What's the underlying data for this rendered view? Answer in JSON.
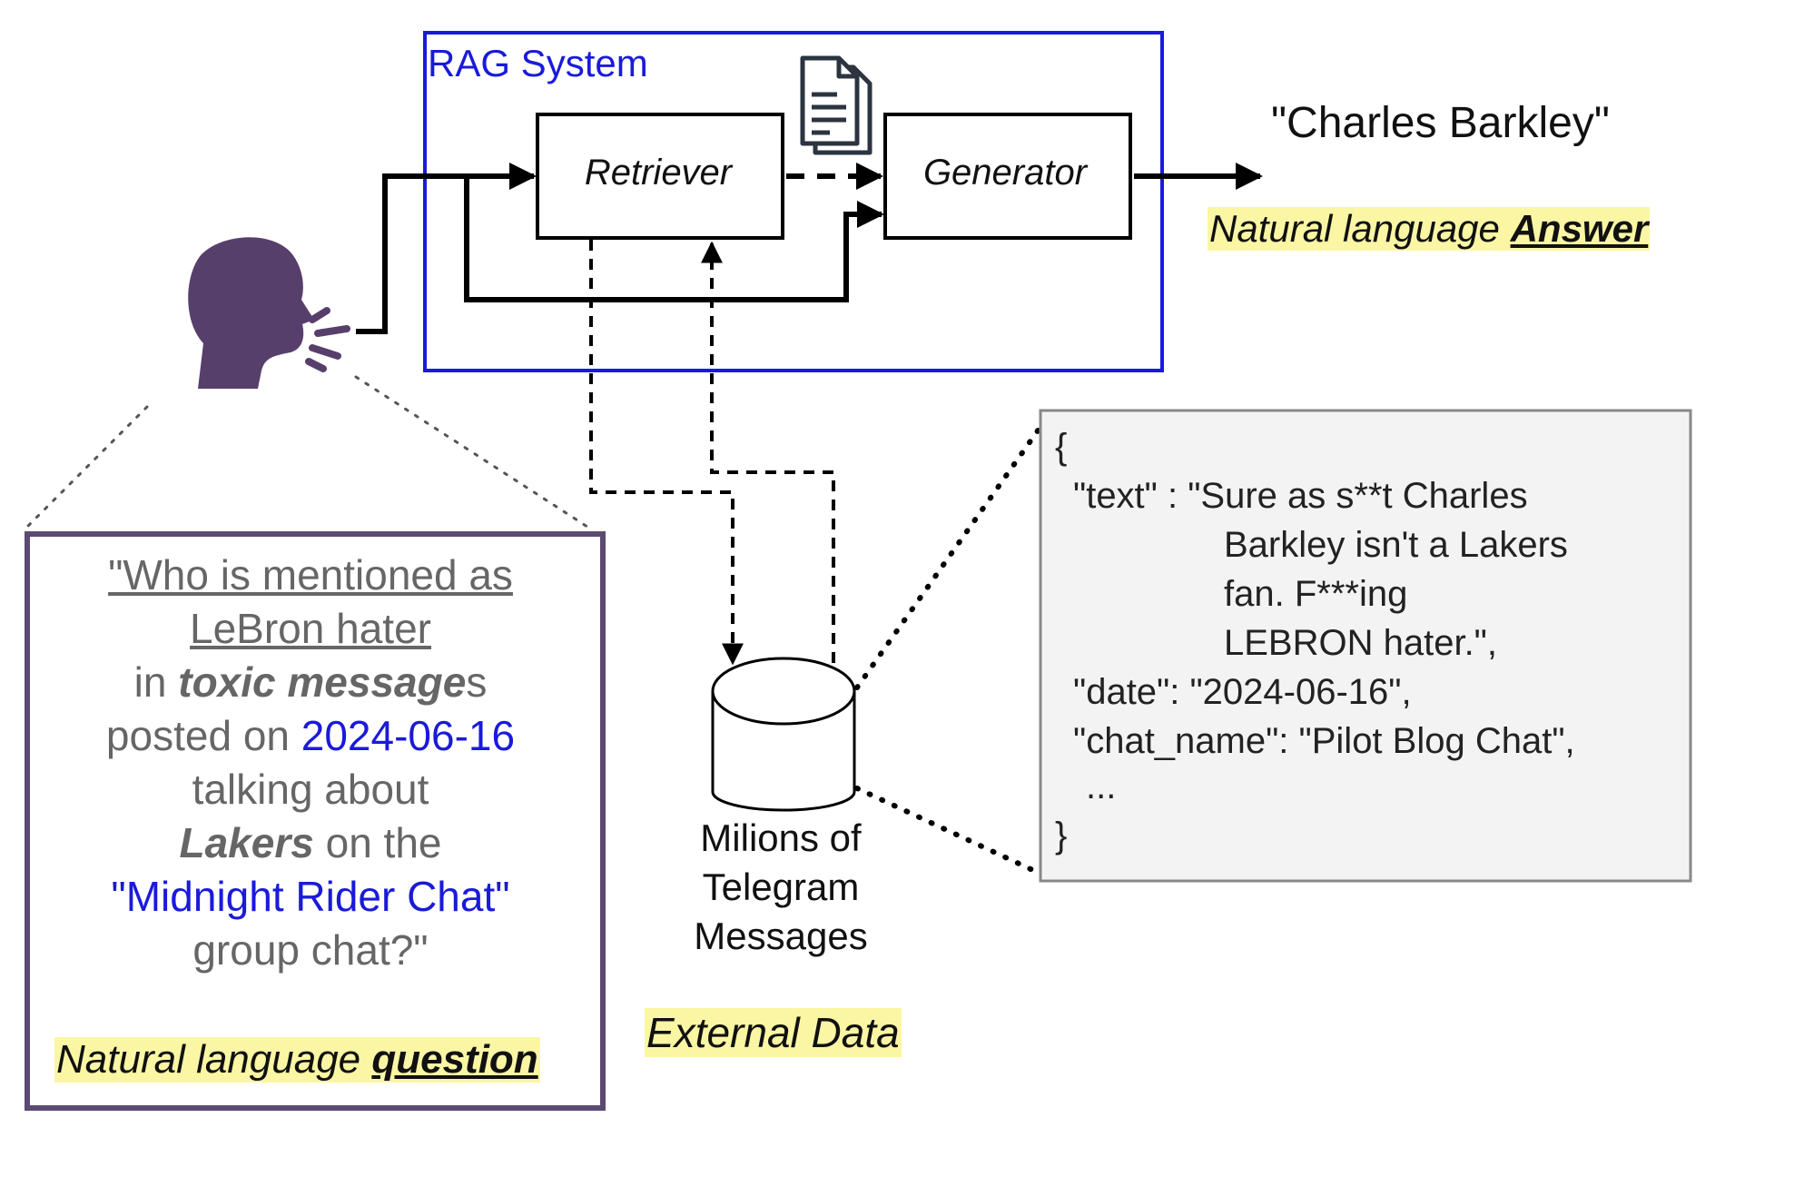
{
  "rag_system": {
    "title": "RAG System",
    "retriever_label": "Retriever",
    "generator_label": "Generator"
  },
  "answer": {
    "text": "\"Charles Barkley\"",
    "caption_prefix": "Natural language ",
    "caption_emphasis": "Answer"
  },
  "question": {
    "line1": "\"Who is mentioned as ",
    "line2": "LeBron hater ",
    "line3_prefix": "in ",
    "line3_emphasis": "toxic message",
    "line3_suffix": "s",
    "line4_prefix": "posted on ",
    "line4_date": "2024-06-16",
    "line5": "talking about",
    "line6_emphasis": "Lakers",
    "line6_suffix": " on the",
    "line7": "\"Midnight Rider Chat\"",
    "line8": "group chat?\"",
    "caption_prefix": "Natural language ",
    "caption_emphasis": "question"
  },
  "database": {
    "caption_line1": "Milions of",
    "caption_line2": "Telegram",
    "caption_line3": "Messages",
    "external_caption": "External Data"
  },
  "json_record": {
    "open_brace": "{",
    "text_key": "\"text\" : \"Sure as s**t Charles",
    "text_cont1": "Barkley isn't a Lakers",
    "text_cont2": "fan. F***ing",
    "text_cont3": "LEBRON hater.\",",
    "date_line": "\"date\": \"2024-06-16\",",
    "chat_line": "\"chat_name\": \"Pilot Blog Chat\",",
    "ellipsis": "...",
    "close_brace": "}"
  },
  "colors": {
    "rag_border": "#1a1adb",
    "question_border": "#5c4a72",
    "person_icon": "#573f6c",
    "highlight": "#fbf6a4",
    "json_bg": "#f3f3f3",
    "json_border": "#888888",
    "link_blue": "#1a1adb"
  },
  "icons": {
    "person": "speaking-person-icon",
    "document": "documents-icon",
    "database": "database-cylinder-icon"
  }
}
